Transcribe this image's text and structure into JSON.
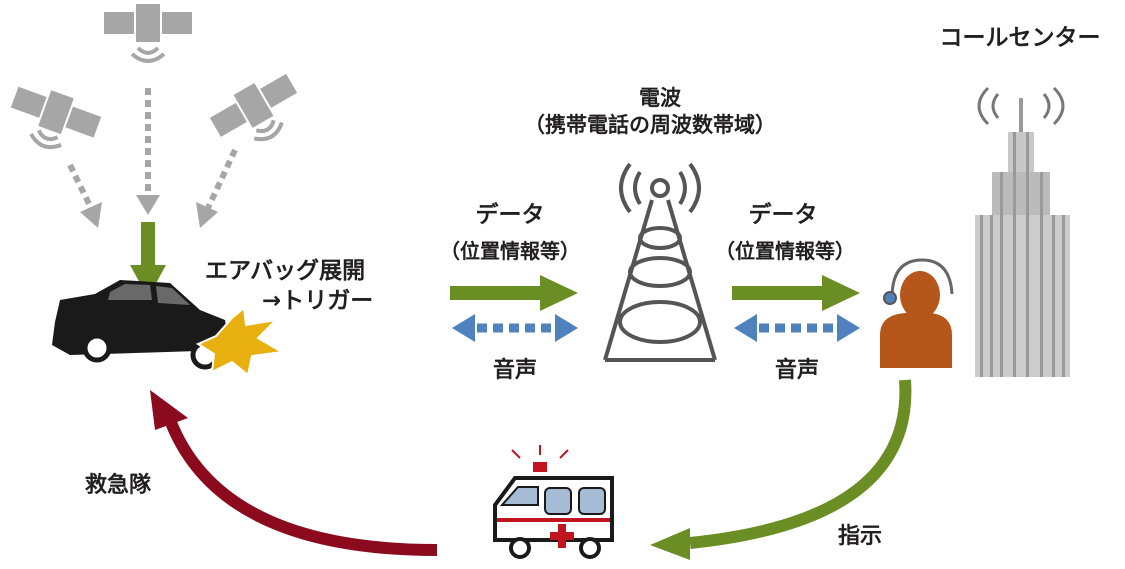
{
  "labels": {
    "call_center": "コールセンター",
    "radio_wave": "電波",
    "radio_wave_sub": "（携帯電話の周波数帯域）",
    "airbag_line1": "エアバッグ展開",
    "airbag_line2": "→トリガー",
    "data_left": "データ",
    "data_left_sub": "（位置情報等）",
    "voice_left": "音声",
    "data_right": "データ",
    "data_right_sub": "（位置情報等）",
    "voice_right": "音声",
    "rescue": "救急隊",
    "instruction": "指示"
  },
  "colors": {
    "green": "#6a8e23",
    "blue": "#4f81bd",
    "red": "#8b0a1e",
    "gray": "#a6a6a6",
    "person": "#b5561a",
    "burst": "#e8b00f"
  }
}
